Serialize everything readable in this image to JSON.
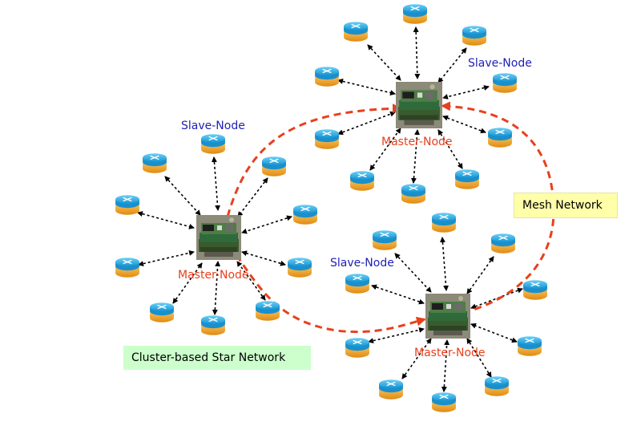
{
  "labels": {
    "slave_node": "Slave-Node",
    "master_node": "Master-Node",
    "mesh_network": "Mesh Network",
    "star_network": "Cluster-based Star Network"
  },
  "colors": {
    "slave_label": "#1f1fb4",
    "master_label": "#e8401c",
    "mesh_link": "#e8401c",
    "star_link": "#000000",
    "router_top": "#1aa6e0",
    "router_base": "#f2a32c",
    "mesh_box": "#ffffaa",
    "star_box": "#ccffcc"
  },
  "icons": {
    "slave": "router-icon",
    "master": "sensor-board-icon"
  }
}
